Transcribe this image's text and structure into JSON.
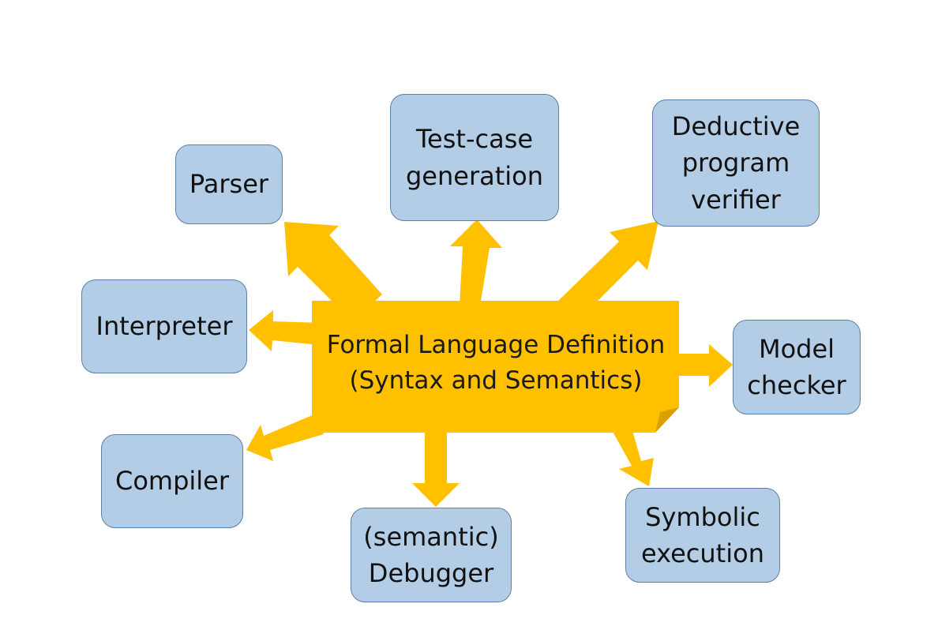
{
  "center": {
    "text": "Formal Language Definition\n(Syntax and Semantics)"
  },
  "nodes": {
    "parser": "Parser",
    "testcase": "Test-case\ngeneration",
    "deductive": "Deductive\nprogram\nverifier",
    "interpreter": "Interpreter",
    "model": "Model\nchecker",
    "compiler": "Compiler",
    "debugger": "(semantic)\nDebugger",
    "symbolic": "Symbolic\nexecution"
  },
  "colors": {
    "center_fill": "#ffc000",
    "center_fold": "#d9a100",
    "arrow": "#ffc000",
    "node_fill": "#b4cde6",
    "node_border": "#5b7fa6"
  }
}
